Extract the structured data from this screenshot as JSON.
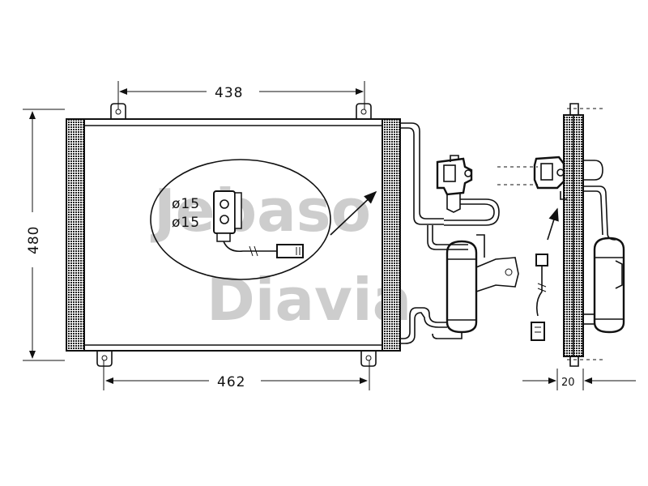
{
  "dimensions": {
    "top_width": "438",
    "bottom_width": "462",
    "height": "480",
    "depth": "20"
  },
  "detail": {
    "port_1": "ø15",
    "port_2": "ø15"
  },
  "watermark": {
    "line_1": "Jebaso",
    "line_2": "Diavia"
  }
}
